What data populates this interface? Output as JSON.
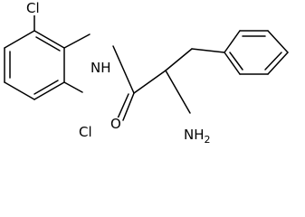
{
  "molecule": {
    "atom_labels": {
      "cl_top": "Cl",
      "cl_bottom": "Cl",
      "nh": "NH",
      "o": "O",
      "nh2_main": "NH",
      "nh2_sub": "2"
    },
    "colors": {
      "bond": "#000000",
      "label": "#000000",
      "background": "#ffffff"
    }
  }
}
